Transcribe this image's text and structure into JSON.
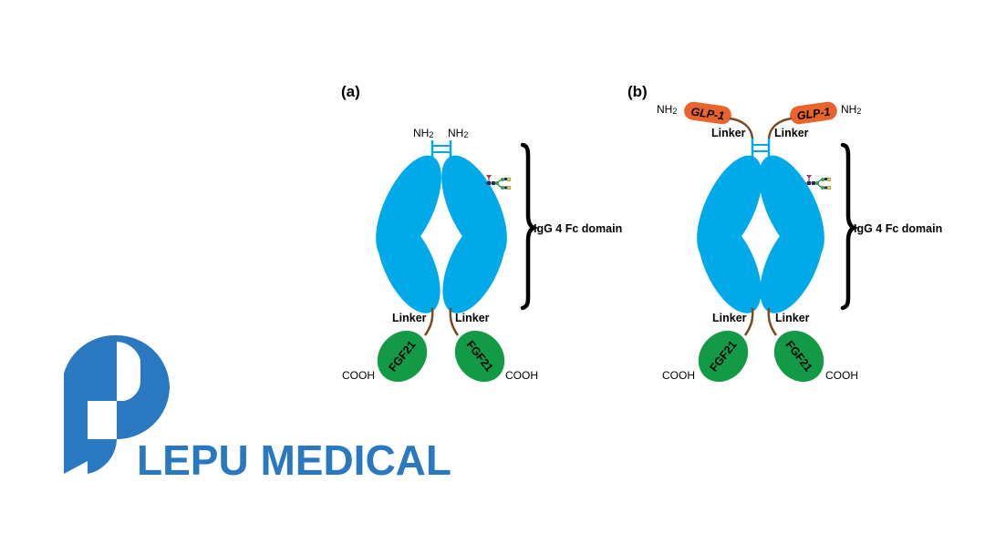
{
  "colors": {
    "fc_domain": "#00a9e8",
    "fgf21": "#129a46",
    "glp1": "#e8642a",
    "linker": "#7a4a22",
    "logo_blue": "#2a78bf",
    "text": "#000000"
  },
  "panels": [
    {
      "id": "a",
      "label": "(a)",
      "n_terminus": [
        "NH2",
        "NH2"
      ],
      "n_terminal_peptide": null,
      "fc_label": "IgG 4 Fc domain",
      "linker_labels": [
        "Linker",
        "Linker"
      ],
      "c_terminal_domain": "FGF21",
      "c_terminus": [
        "COOH",
        "COOH"
      ]
    },
    {
      "id": "b",
      "label": "(b)",
      "n_terminus": [
        "NH2",
        "NH2"
      ],
      "n_terminal_peptide": "GLP-1",
      "top_linker_labels": [
        "Linker",
        "Linker"
      ],
      "fc_label": "IgG 4 Fc domain",
      "linker_labels": [
        "Linker",
        "Linker"
      ],
      "c_terminal_domain": "FGF21",
      "c_terminus": [
        "COOH",
        "COOH"
      ]
    }
  ],
  "chem": {
    "nh_main": "NH",
    "nh_sub": "2"
  },
  "logo": {
    "company": "LEPU MEDICAL"
  }
}
